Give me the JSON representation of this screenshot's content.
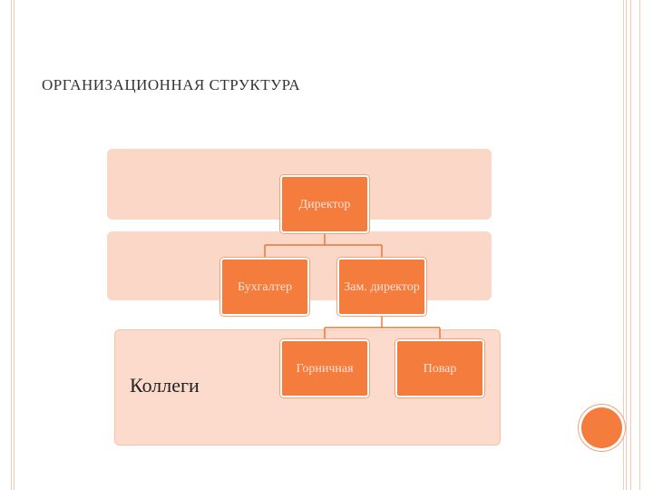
{
  "slide": {
    "title": "ОРГАНИЗАЦИОННАЯ СТРУКТУРА"
  },
  "bands": {
    "colleagues_label": "Коллеги"
  },
  "org": {
    "director": "Директор",
    "accountant": "Бухгалтер",
    "deputy": "Зам. директор",
    "maid": "Горничная",
    "cook": "Повар"
  },
  "colors": {
    "accent": "#f47c3c",
    "band": "#fbd7c7",
    "frame": "#f7c9b4"
  }
}
